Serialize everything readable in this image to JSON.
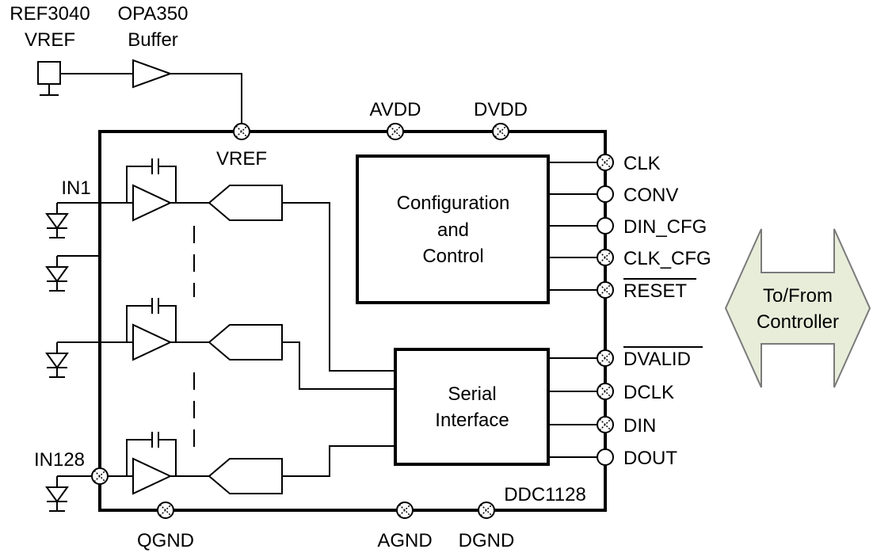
{
  "reference": {
    "name": "REF3040",
    "label": "VREF"
  },
  "buffer": {
    "name": "OPA350",
    "label": "Buffer"
  },
  "chip_name": "DDC1128",
  "top_pins": {
    "vref": "VREF",
    "avdd": "AVDD",
    "dvdd": "DVDD"
  },
  "bottom_pins": {
    "qgnd": "QGND",
    "agnd": "AGND",
    "dgnd": "DGND"
  },
  "inputs": {
    "first": "IN1",
    "last": "IN128"
  },
  "config_block": {
    "line1": "Configuration",
    "line2": "and",
    "line3": "Control"
  },
  "serial_block": {
    "line1": "Serial",
    "line2": "Interface"
  },
  "config_pins": [
    "CLK",
    "CONV",
    "DIN_CFG",
    "CLK_CFG",
    "RESET"
  ],
  "serial_pins": [
    "DVALID",
    "DCLK",
    "DIN",
    "DOUT"
  ],
  "overbar_pins": [
    "RESET",
    "DVALID"
  ],
  "controller_arrow": {
    "line1": "To/From",
    "line2": "Controller"
  },
  "colors": {
    "arrow_fill": "#E8EDDA",
    "arrow_stroke": "#7A7A7A",
    "line": "#000000"
  },
  "icons": {
    "pin": "pin-circle-icon",
    "diode": "photodiode-icon",
    "amp": "opamp-icon",
    "adc": "adc-icon"
  }
}
